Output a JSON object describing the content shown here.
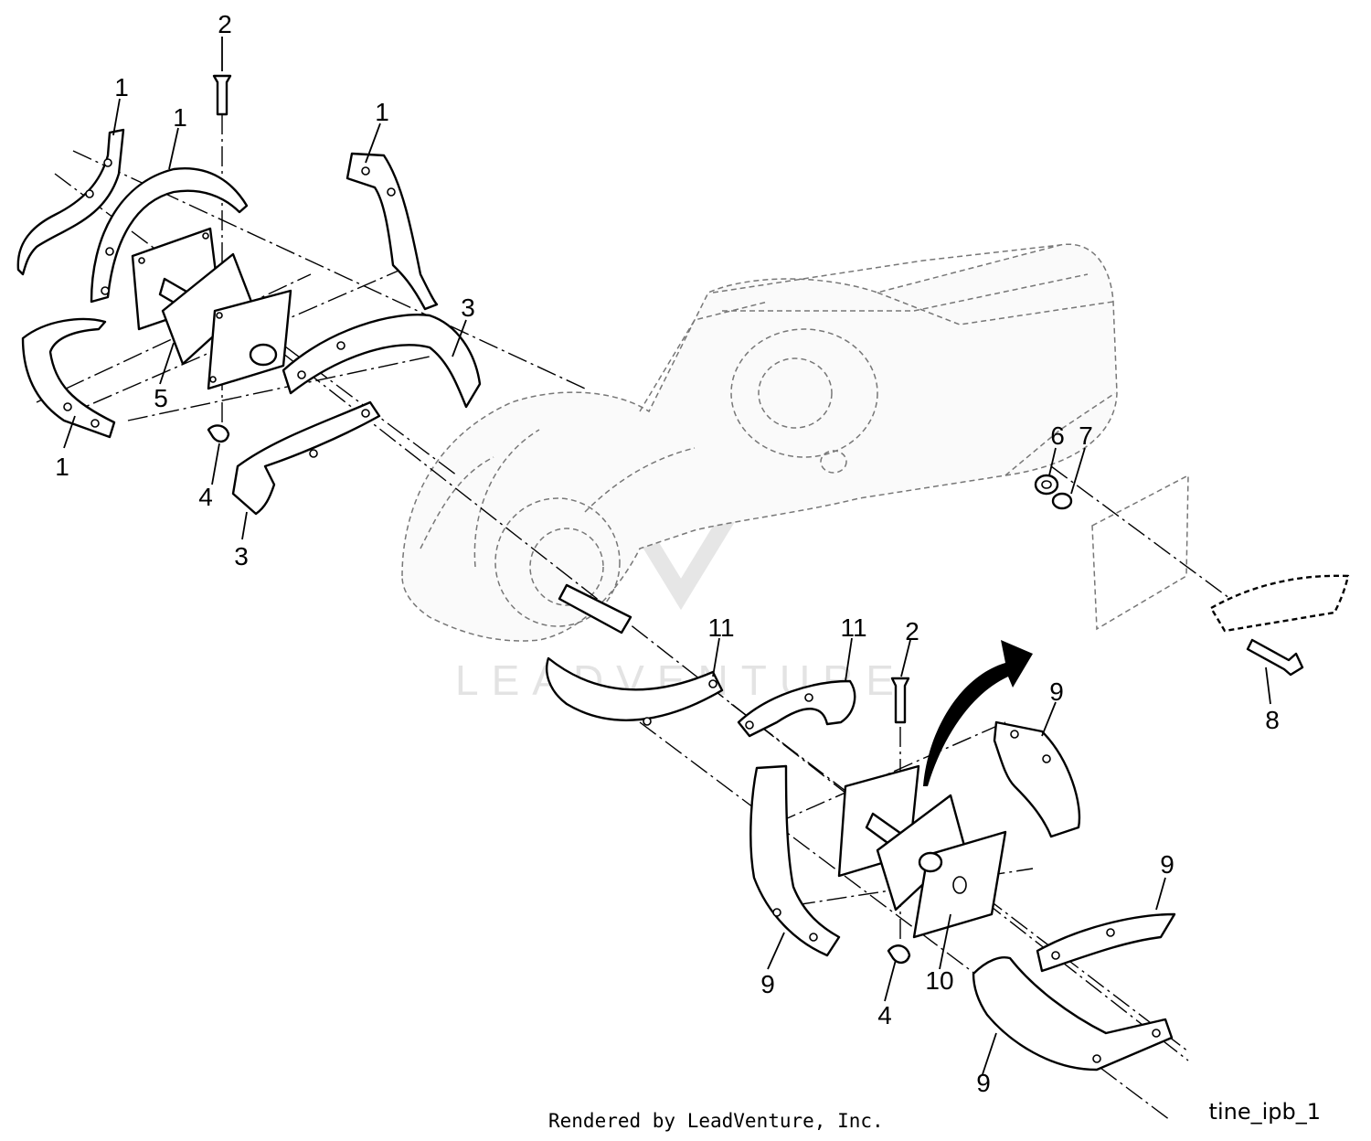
{
  "diagram": {
    "callouts": [
      {
        "id": "c1a",
        "label": "1"
      },
      {
        "id": "c1b",
        "label": "1"
      },
      {
        "id": "c1c",
        "label": "1"
      },
      {
        "id": "c1d",
        "label": "1"
      },
      {
        "id": "c2a",
        "label": "2"
      },
      {
        "id": "c2b",
        "label": "2"
      },
      {
        "id": "c3a",
        "label": "3"
      },
      {
        "id": "c3b",
        "label": "3"
      },
      {
        "id": "c4a",
        "label": "4"
      },
      {
        "id": "c4b",
        "label": "4"
      },
      {
        "id": "c5",
        "label": "5"
      },
      {
        "id": "c6",
        "label": "6"
      },
      {
        "id": "c7",
        "label": "7"
      },
      {
        "id": "c8",
        "label": "8"
      },
      {
        "id": "c9a",
        "label": "9"
      },
      {
        "id": "c9b",
        "label": "9"
      },
      {
        "id": "c9c",
        "label": "9"
      },
      {
        "id": "c9d",
        "label": "9"
      },
      {
        "id": "c10",
        "label": "10"
      },
      {
        "id": "c11a",
        "label": "11"
      },
      {
        "id": "c11b",
        "label": "11"
      }
    ],
    "watermark": "LEADVENTURE",
    "drawing_id": "tine_ipb_1",
    "footer": "Rendered by LeadVenture, Inc."
  }
}
